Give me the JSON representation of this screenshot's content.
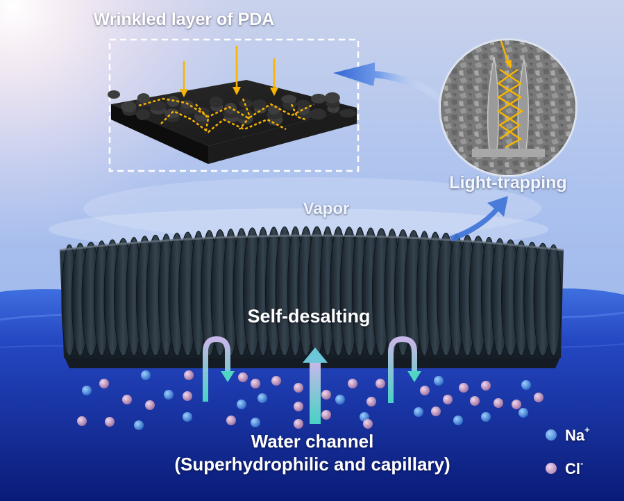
{
  "labels": {
    "title": "Wrinkled layer of PDA",
    "light_trapping": "Light-trapping",
    "vapor": "Vapor",
    "self_desalting": "Self-desalting",
    "water_channel": "Water channel",
    "water_channel_sub": "(Superhydrophilic and capillary)"
  },
  "legend": [
    {
      "symbol": "Na",
      "charge": "+",
      "color": "#3a7fd6"
    },
    {
      "symbol": "Cl",
      "charge": "-",
      "color": "#b58ab5"
    }
  ],
  "colors": {
    "sky_top": "#c7d3ee",
    "sky_bottom": "#8fb0ee",
    "water": "#1f3fb7",
    "water_deep": "#0b1d7a",
    "evaporator": "#1f2a33",
    "light_ray": "#f7b500",
    "flow_arrow": "#5fe0c8",
    "process_arrow": "#3d72d6"
  }
}
